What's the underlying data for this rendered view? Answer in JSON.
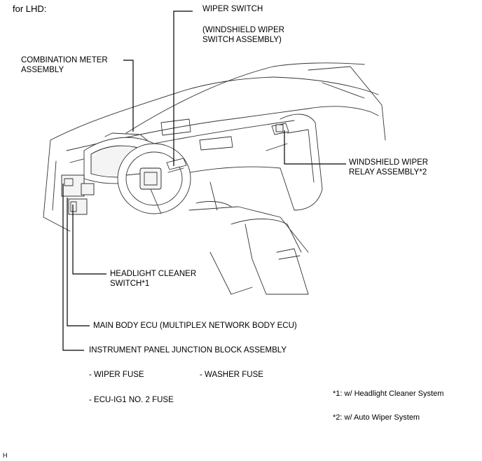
{
  "header": {
    "variant": "for LHD:"
  },
  "labels": {
    "wiper_switch": "WIPER SWITCH",
    "wiper_switch_sub_1": "(WINDSHIELD WIPER",
    "wiper_switch_sub_2": "SWITCH ASSEMBLY)",
    "combination_meter_1": "COMBINATION METER",
    "combination_meter_2": "ASSEMBLY",
    "wiper_relay_1": "WINDSHIELD WIPER",
    "wiper_relay_2": "RELAY ASSEMBLY*2",
    "headlight_cleaner_1": "HEADLIGHT CLEANER",
    "headlight_cleaner_2": "SWITCH*1",
    "main_body_ecu": "MAIN BODY ECU (MULTIPLEX NETWORK BODY ECU)",
    "junction_block": "INSTRUMENT PANEL JUNCTION BLOCK ASSEMBLY"
  },
  "fuses": {
    "wiper_fuse": "- WIPER FUSE",
    "washer_fuse": "- WASHER FUSE",
    "ecu_ig1_fuse": "- ECU-IG1 NO. 2 FUSE"
  },
  "notes": {
    "note_1": "*1: w/ Headlight Cleaner System",
    "note_2": "*2: w/ Auto Wiper System"
  },
  "corner_mark": "H"
}
